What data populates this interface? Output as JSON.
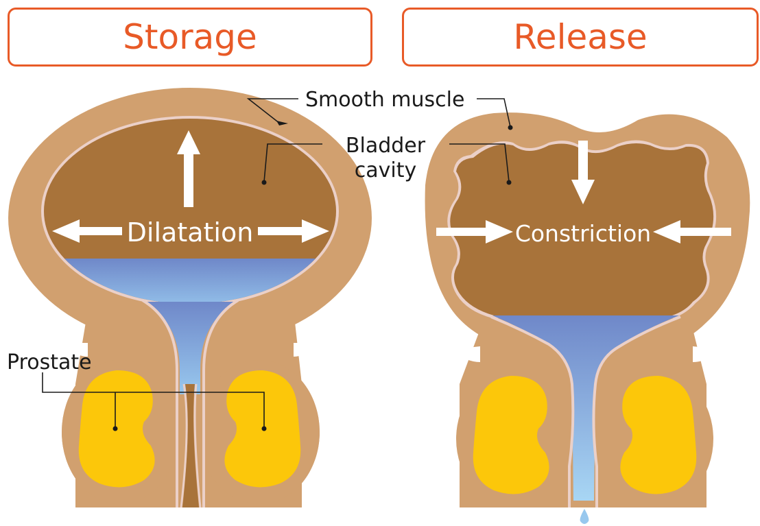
{
  "headers": {
    "storage": "Storage",
    "release": "Release"
  },
  "labels": {
    "smooth_muscle": "Smooth muscle",
    "bladder_line1": "Bladder",
    "bladder_line2": "cavity",
    "prostate": "Prostate",
    "dilatation": "Dilatation",
    "constriction": "Constriction"
  },
  "colors": {
    "accent": "#E85A27",
    "muscle": "#D1A06F",
    "cavity": "#A8733A",
    "lining": "#EBD0C8",
    "urine_top": "#6F88C9",
    "urine_bottom": "#98C8EE",
    "prostate": "#FCC70A"
  }
}
